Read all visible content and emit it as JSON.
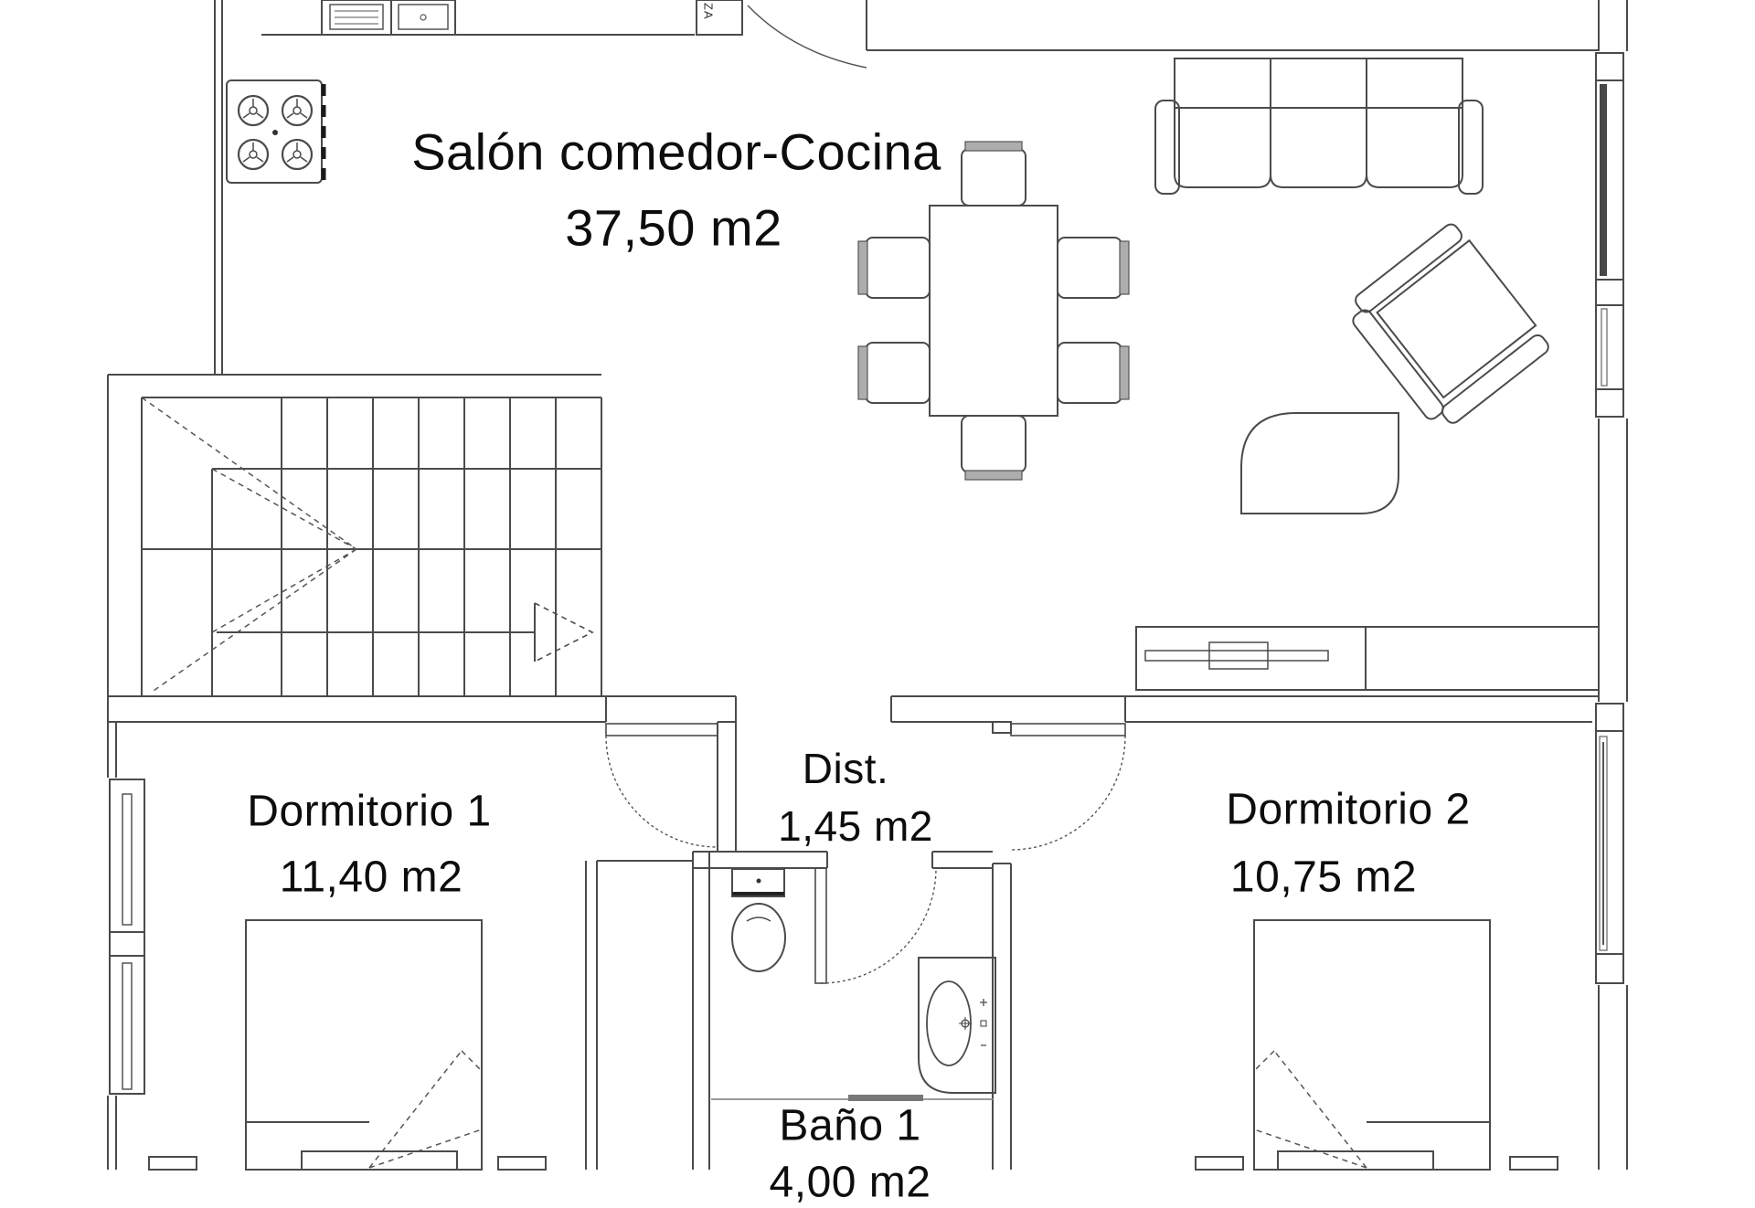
{
  "document": {
    "kind": "floor-plan",
    "background": "#ffffff"
  },
  "rooms": {
    "salon": {
      "name": "Salón comedor-Cocina",
      "area": "37,50 m2"
    },
    "dist": {
      "name": "Dist.",
      "area": "1,45 m2"
    },
    "dormitorio1": {
      "name": "Dormitorio 1",
      "area": "11,40 m2"
    },
    "dormitorio2": {
      "name": "Dormitorio 2",
      "area": "10,75 m2"
    },
    "bano1": {
      "name": "Baño 1",
      "area": "4,00 m2"
    }
  },
  "annotations": {
    "cabinet_label": "ZA"
  },
  "colors": {
    "line": "#4b4b4b",
    "dark_line": "#1f1f1f",
    "gray_fill": "#adadad",
    "glazing_dark": "#474747",
    "floor_line": "#9a9a9a"
  }
}
